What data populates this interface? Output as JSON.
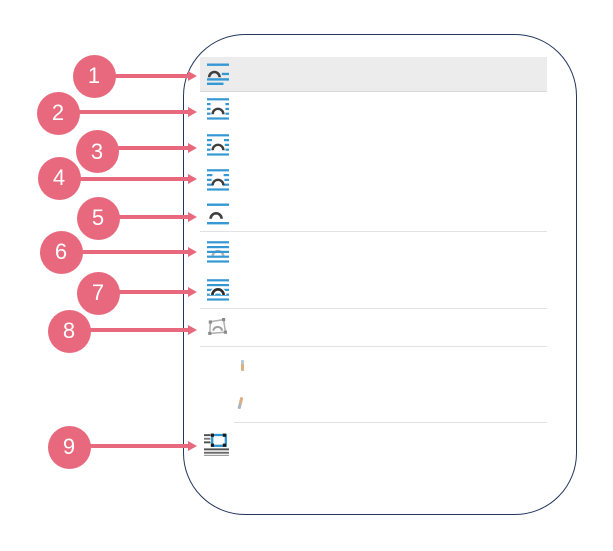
{
  "annotation": {
    "accent_color": "#e8697e",
    "callouts": [
      {
        "number": "1"
      },
      {
        "number": "2"
      },
      {
        "number": "3"
      },
      {
        "number": "4"
      },
      {
        "number": "5"
      },
      {
        "number": "6"
      },
      {
        "number": "7"
      },
      {
        "number": "8"
      },
      {
        "number": "9"
      }
    ]
  },
  "panel": {
    "border_color": "#23365c",
    "background": "#ffffff"
  },
  "menu": {
    "type": "icon-only dropdown menu (text-wrapping options)",
    "colors": {
      "icon_blue": "#3598d4",
      "icon_dark": "#3f3f3f",
      "icon_gray": "#a5a5a5",
      "selected_bg": "#ececec",
      "separator": "#e2e2e2"
    },
    "items": [
      {
        "icon": "in-line-with-text-icon",
        "state": "selected"
      },
      {
        "icon": "square-wrap-icon",
        "state": "normal"
      },
      {
        "icon": "tight-wrap-icon",
        "state": "normal"
      },
      {
        "icon": "through-wrap-icon",
        "state": "normal"
      },
      {
        "icon": "top-and-bottom-wrap-icon",
        "state": "normal"
      },
      {
        "icon": "behind-text-icon",
        "state": "normal"
      },
      {
        "icon": "in-front-of-text-icon",
        "state": "normal"
      },
      {
        "icon": "edit-wrap-points-icon",
        "state": "disabled"
      },
      {
        "icon": "faint-mark-vertical-icon",
        "state": "faint"
      },
      {
        "icon": "faint-mark-slash-icon",
        "state": "faint"
      },
      {
        "icon": "object-layout-icon",
        "state": "normal"
      }
    ]
  }
}
